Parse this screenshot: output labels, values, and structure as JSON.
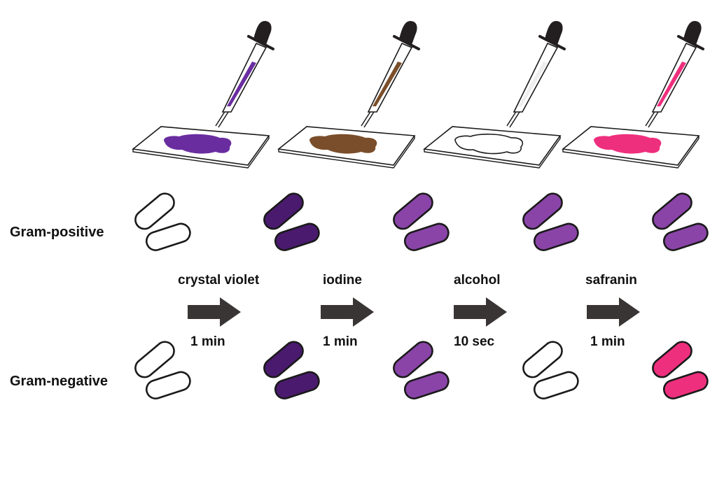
{
  "title": "Gram staining procedure",
  "rows": [
    {
      "label": "Gram-positive",
      "states": [
        "unstained",
        "crystal-violet",
        "purple",
        "purple",
        "purple"
      ]
    },
    {
      "label": "Gram-negative",
      "states": [
        "unstained",
        "crystal-violet",
        "purple",
        "unstained",
        "pink"
      ]
    }
  ],
  "steps": [
    {
      "reagent": "crystal violet",
      "time": "1 min",
      "color": "#6a2da0",
      "stain_name": "purple"
    },
    {
      "reagent": "iodine",
      "time": "1 min",
      "color": "#7a4e2a",
      "stain_name": "brown"
    },
    {
      "reagent": "alcohol",
      "time": "10 sec",
      "color": "#ffffff",
      "stain_name": "clear"
    },
    {
      "reagent": "safranin",
      "time": "1 min",
      "color": "#ee2f7e",
      "stain_name": "pink"
    }
  ],
  "cell_colors": {
    "unstained": "#ffffff",
    "crystal-violet": "#4a1a6e",
    "purple": "#8a44a8",
    "pink": "#ee2f7e"
  },
  "colors": {
    "outline": "#1a1a1a",
    "arrow": "#3a3535",
    "dropper_bulb": "#231f20"
  }
}
